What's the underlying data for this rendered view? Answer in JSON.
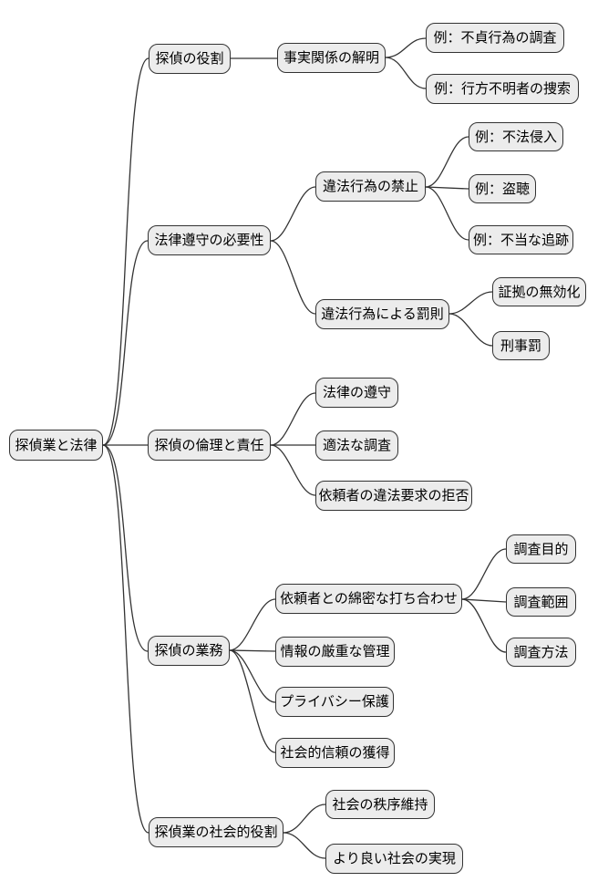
{
  "mindmap": {
    "colors": {
      "node_fill": "#ececec",
      "node_border": "#333333",
      "edge": "#333333",
      "text": "#000000",
      "background": "#ffffff"
    },
    "root": {
      "label": "探偵業と法律"
    },
    "branches": [
      {
        "label": "探偵の役割",
        "children": [
          {
            "label": "事実関係の解明",
            "children": [
              {
                "label": "例：不貞行為の調査"
              },
              {
                "label": "例：行方不明者の捜索"
              }
            ]
          }
        ]
      },
      {
        "label": "法律遵守の必要性",
        "children": [
          {
            "label": "違法行為の禁止",
            "children": [
              {
                "label": "例：不法侵入"
              },
              {
                "label": "例：盗聴"
              },
              {
                "label": "例：不当な追跡"
              }
            ]
          },
          {
            "label": "違法行為による罰則",
            "children": [
              {
                "label": "証拠の無効化"
              },
              {
                "label": "刑事罰"
              }
            ]
          }
        ]
      },
      {
        "label": "探偵の倫理と責任",
        "children": [
          {
            "label": "法律の遵守"
          },
          {
            "label": "適法な調査"
          },
          {
            "label": "依頼者の違法要求の拒否"
          }
        ]
      },
      {
        "label": "探偵の業務",
        "children": [
          {
            "label": "依頼者との綿密な打ち合わせ",
            "children": [
              {
                "label": "調査目的"
              },
              {
                "label": "調査範囲"
              },
              {
                "label": "調査方法"
              }
            ]
          },
          {
            "label": "情報の厳重な管理"
          },
          {
            "label": "プライバシー保護"
          },
          {
            "label": "社会的信頼の獲得"
          }
        ]
      },
      {
        "label": "探偵業の社会的役割",
        "children": [
          {
            "label": "社会の秩序維持"
          },
          {
            "label": "より良い社会の実現"
          }
        ]
      }
    ]
  }
}
